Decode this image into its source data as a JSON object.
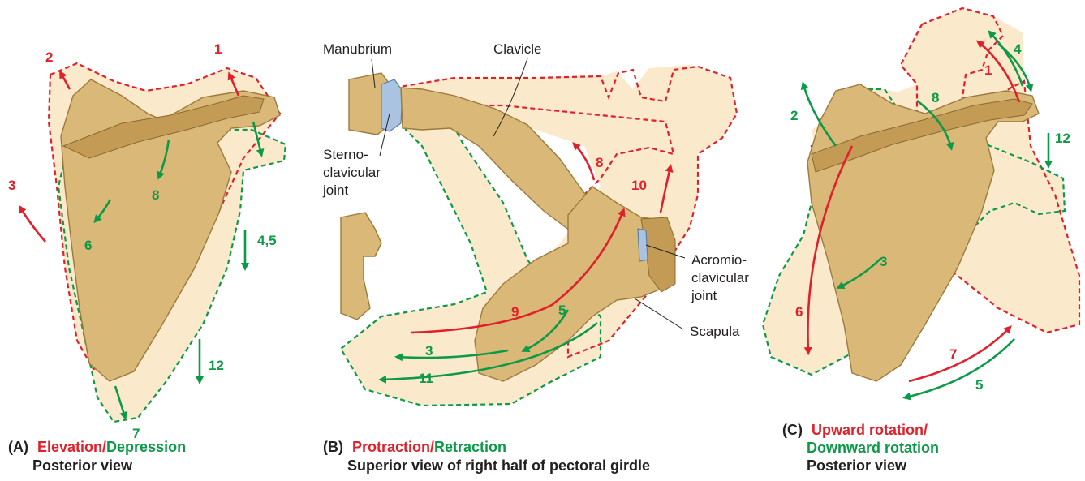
{
  "colors": {
    "red": "#e0202a",
    "green": "#0d9a48",
    "bone": "#d9b878",
    "ghost": "#fbe9cc"
  },
  "panelA": {
    "numbers": {
      "n1": "1",
      "n2": "2",
      "n3": "3",
      "n6": "6",
      "n8": "8",
      "n45": "4,5",
      "n12": "12",
      "n7": "7"
    },
    "caption": {
      "letter": "(A)",
      "red": "Elevation/",
      "green": "Depression",
      "view": "Posterior view"
    }
  },
  "panelB": {
    "labels": {
      "manubrium": "Manubrium",
      "clavicle": "Clavicle",
      "sterno1": "Sterno-",
      "sterno2": "clavicular",
      "sterno3": "joint",
      "acromio1": "Acromio-",
      "acromio2": "clavicular",
      "acromio3": "joint",
      "scapula": "Scapula"
    },
    "numbers": {
      "n8": "8",
      "n10": "10",
      "n9": "9",
      "n5": "5",
      "n3": "3",
      "n11": "11"
    },
    "caption": {
      "letter": "(B)",
      "red": "Protraction/",
      "green": "Retraction",
      "view": "Superior view of right half of pectoral girdle"
    }
  },
  "panelC": {
    "numbers": {
      "n4": "4",
      "n1": "1",
      "n2": "2",
      "n8": "8",
      "n12": "12",
      "n3": "3",
      "n6": "6",
      "n7": "7",
      "n5": "5"
    },
    "caption": {
      "letter": "(C)",
      "red1": "Upward rotation/",
      "green1": "Downward rotation",
      "view": "Posterior view"
    }
  }
}
